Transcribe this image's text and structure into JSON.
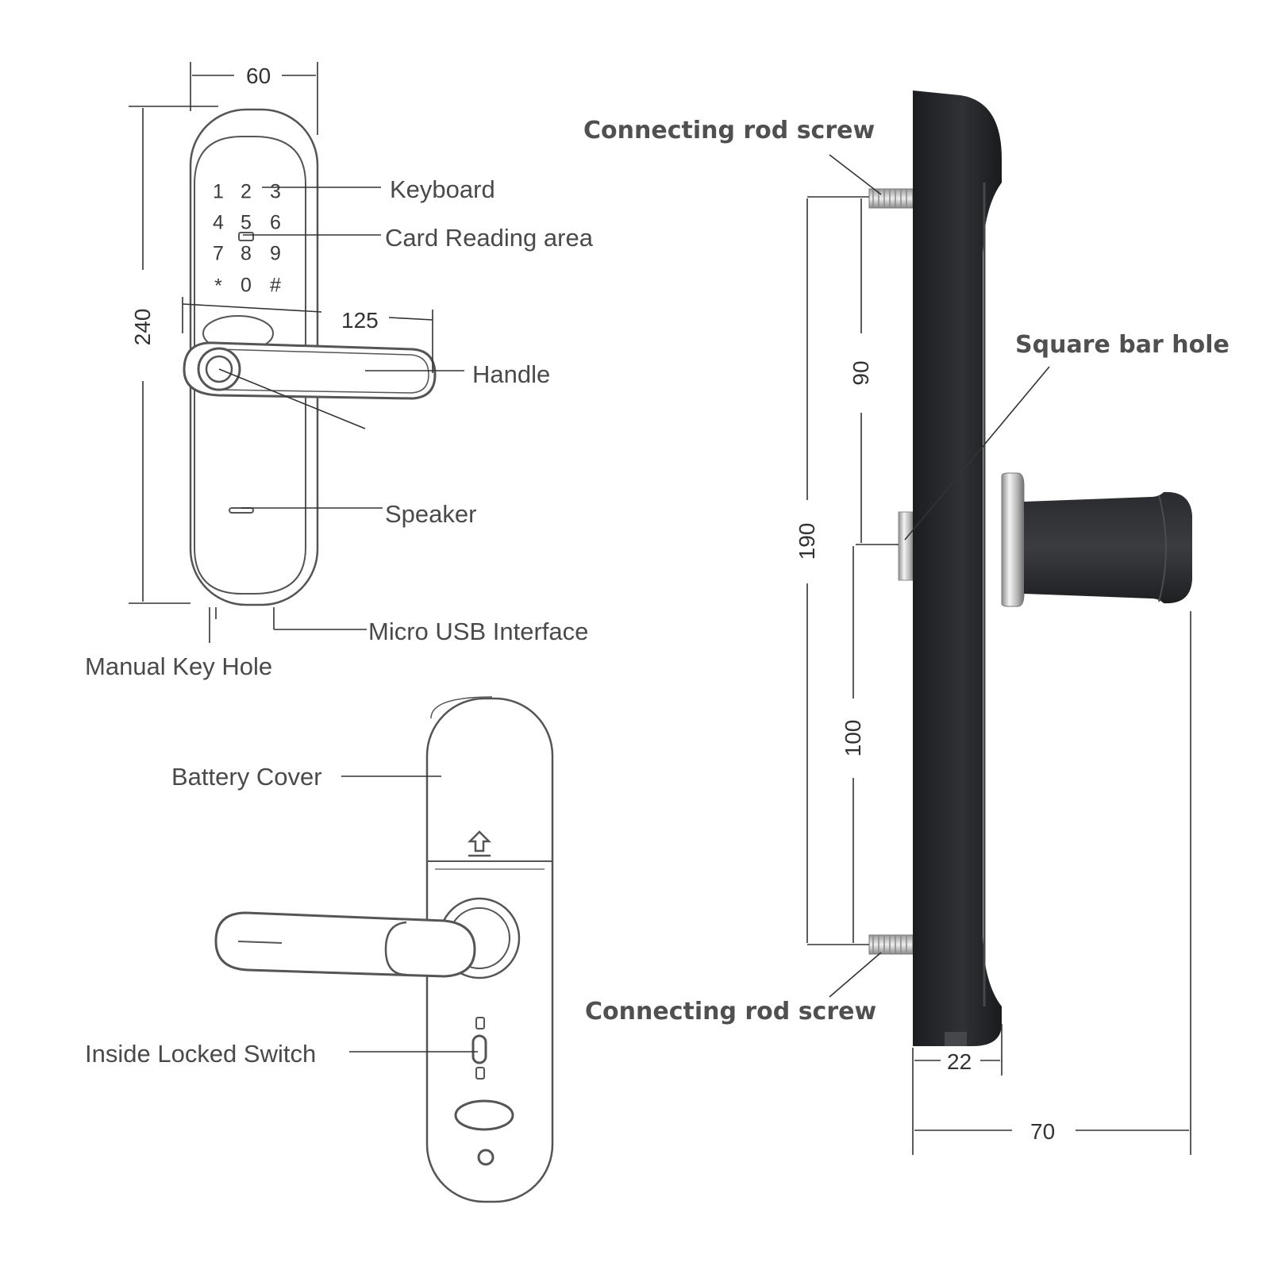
{
  "labels": {
    "keyboard": "Keyboard",
    "card_reading_area": "Card Reading area",
    "handle": "Handle",
    "speaker": "Speaker",
    "micro_usb": "Micro USB Interface",
    "manual_key_hole": "Manual Key Hole",
    "battery_cover": "Battery Cover",
    "inside_locked_switch": "Inside Locked Switch",
    "connecting_rod_screw_top": "Connecting rod screw",
    "square_bar_hole": "Square bar hole",
    "connecting_rod_screw_bottom": "Connecting rod screw"
  },
  "dimensions": {
    "front_width": "60",
    "front_height": "240",
    "handle_length": "125",
    "screw_to_bar": "90",
    "screw_to_screw": "190",
    "bar_to_screw": "100",
    "body_depth": "22",
    "total_depth": "70"
  },
  "keypad": [
    "1",
    "2",
    "3",
    "4",
    "5",
    "6",
    "7",
    "8",
    "9",
    "*",
    "0",
    "#"
  ],
  "colors": {
    "outline": "#555555",
    "body_dark": "#2b2d30",
    "dimension_line": "#333333"
  }
}
